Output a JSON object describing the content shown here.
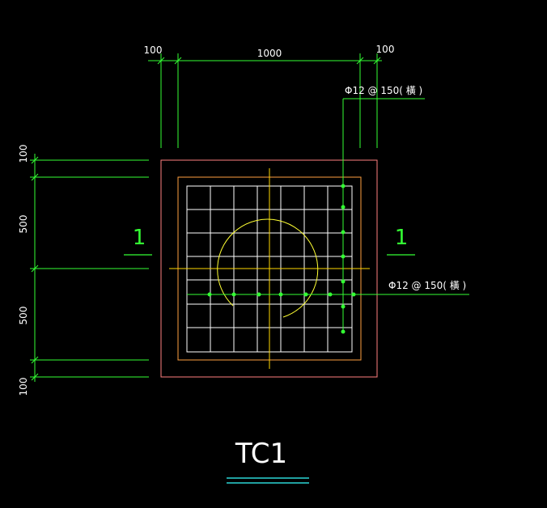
{
  "drawing": {
    "title": "TC1",
    "section_left": "1",
    "section_right": "1",
    "dims_top": [
      "100",
      "1000",
      "100"
    ],
    "dims_left": [
      "100",
      "500",
      "500",
      "100"
    ],
    "rebar_top": "Φ12 @ 150( 橫 )",
    "rebar_bottom": "Φ12 @ 150( 橫 )",
    "colors": {
      "background": "#000000",
      "dimension": "#33ff33",
      "outer_outline": "#ff8080",
      "inner_outline": "#ffa040",
      "rebar_grid": "#ffffff",
      "centerline": "#ffd700",
      "circle": "#ffff33",
      "rebar_dot": "#33ff33"
    }
  }
}
